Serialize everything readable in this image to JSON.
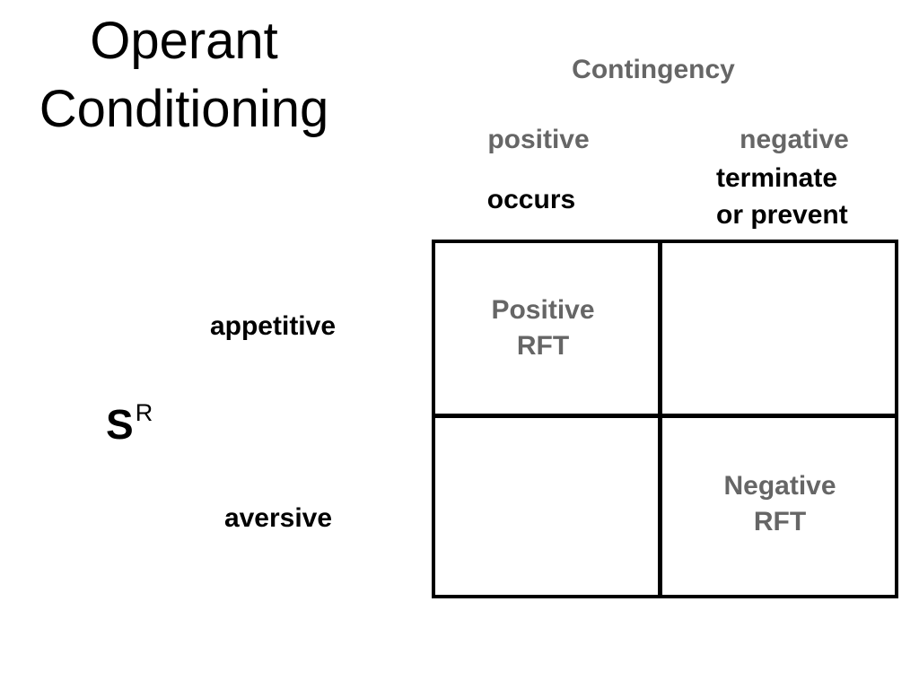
{
  "title": {
    "line1": "Operant",
    "line2": "Conditioning"
  },
  "contingency": {
    "heading": "Contingency",
    "positive": "positive",
    "negative": "negative",
    "positive_desc": "occurs",
    "negative_desc_line1": "terminate",
    "negative_desc_line2": "or prevent"
  },
  "stimulus": {
    "symbol": "S",
    "superscript": "R",
    "appetitive": "appetitive",
    "aversive": "aversive"
  },
  "cells": {
    "positive_rft": {
      "line1": "Positive",
      "line2": "RFT"
    },
    "negative_rft": {
      "line1": "Negative",
      "line2": "RFT"
    }
  },
  "colors": {
    "gray_text": "#666666",
    "black_text": "#000000",
    "grid_lines": "#000000"
  }
}
